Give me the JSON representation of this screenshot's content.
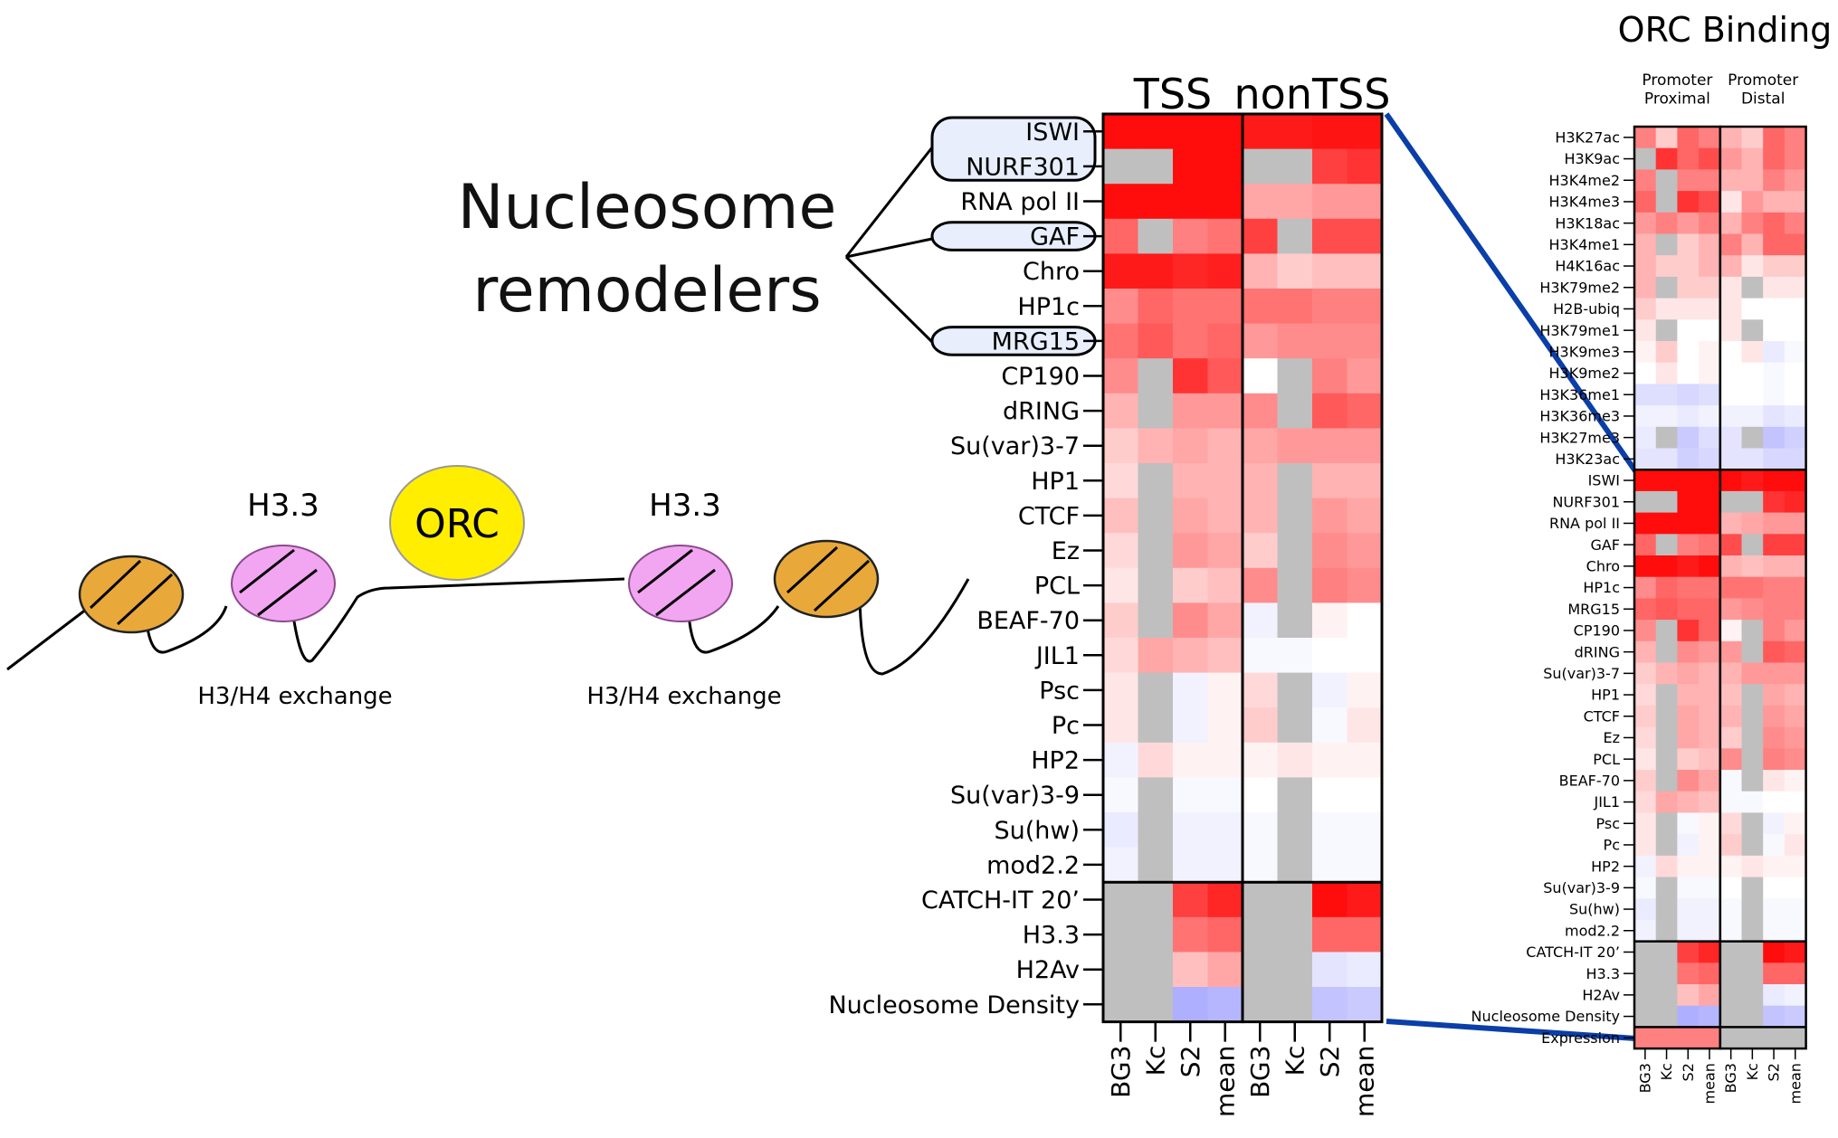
{
  "left_diagram": {
    "heading_line1": "Nucleosome",
    "heading_line2": "remodelers",
    "h33_left": "H3.3",
    "h33_right": "H3.3",
    "orc": "ORC",
    "exchange_left": "H3/H4 exchange",
    "exchange_right": "H3/H4 exchange"
  },
  "colors": {
    "max_red": "#ff0000",
    "mid_white": "#ffffff",
    "min_blue": "#7a7aff",
    "missing_gray": "#bfbfbf",
    "orc_yellow": "#ffee00",
    "nucleosome_orange": "#e8a93a",
    "h33_pink": "#f2a6f2",
    "callout_fill": "#e8eefc",
    "connector_blue": "#0a3ea8"
  },
  "chart_data": [
    {
      "type": "heatmap",
      "column_groups": [
        "TSS",
        "nonTSS"
      ],
      "columns": [
        "BG3",
        "Kc",
        "S2",
        "mean",
        "BG3",
        "Kc",
        "S2",
        "mean"
      ],
      "highlighted_rows": [
        "ISWI",
        "NURF301",
        "GAF",
        "MRG15"
      ],
      "value_range": [
        -1,
        1
      ],
      "rows": [
        {
          "label": "ISWI",
          "values": [
            0.95,
            0.95,
            0.95,
            0.95,
            0.9,
            0.9,
            0.92,
            0.92
          ]
        },
        {
          "label": "NURF301",
          "values": [
            null,
            null,
            0.95,
            0.95,
            null,
            null,
            0.75,
            0.8
          ]
        },
        {
          "label": "RNA pol II",
          "values": [
            0.95,
            0.95,
            0.95,
            0.95,
            0.35,
            0.35,
            0.4,
            0.4
          ]
        },
        {
          "label": "GAF",
          "values": [
            0.6,
            null,
            0.5,
            0.55,
            0.75,
            null,
            0.7,
            0.7
          ]
        },
        {
          "label": "Chro",
          "values": [
            0.9,
            0.9,
            0.85,
            0.88,
            0.3,
            0.2,
            0.25,
            0.25
          ]
        },
        {
          "label": "HP1c",
          "values": [
            0.45,
            0.6,
            0.55,
            0.55,
            0.55,
            0.55,
            0.5,
            0.5
          ]
        },
        {
          "label": "MRG15",
          "values": [
            0.55,
            0.65,
            0.55,
            0.6,
            0.4,
            0.45,
            0.45,
            0.45
          ]
        },
        {
          "label": "CP190",
          "values": [
            0.45,
            null,
            0.8,
            0.65,
            0.0,
            null,
            0.5,
            0.4
          ]
        },
        {
          "label": "dRING",
          "values": [
            0.3,
            null,
            0.4,
            0.4,
            0.45,
            null,
            0.65,
            0.6
          ]
        },
        {
          "label": "Su(var)3-7",
          "values": [
            0.2,
            0.3,
            0.35,
            0.3,
            0.35,
            0.4,
            0.4,
            0.4
          ]
        },
        {
          "label": "HP1",
          "values": [
            0.15,
            null,
            0.3,
            0.3,
            0.3,
            null,
            0.3,
            0.3
          ]
        },
        {
          "label": "CTCF",
          "values": [
            0.25,
            null,
            0.35,
            0.3,
            0.3,
            null,
            0.4,
            0.35
          ]
        },
        {
          "label": "Ez",
          "values": [
            0.15,
            null,
            0.4,
            0.35,
            0.2,
            null,
            0.45,
            0.4
          ]
        },
        {
          "label": "PCL",
          "values": [
            0.1,
            null,
            0.2,
            0.25,
            0.45,
            null,
            0.5,
            0.45
          ]
        },
        {
          "label": "BEAF-70",
          "values": [
            0.2,
            null,
            0.45,
            0.35,
            -0.1,
            null,
            0.05,
            0.0
          ]
        },
        {
          "label": "JIL1",
          "values": [
            0.15,
            0.35,
            0.3,
            0.25,
            -0.05,
            -0.05,
            0.0,
            0.0
          ]
        },
        {
          "label": "Psc",
          "values": [
            0.1,
            null,
            -0.1,
            0.05,
            0.15,
            null,
            -0.1,
            0.05
          ]
        },
        {
          "label": "Pc",
          "values": [
            0.1,
            null,
            -0.1,
            0.05,
            0.2,
            null,
            -0.05,
            0.1
          ]
        },
        {
          "label": "HP2",
          "values": [
            -0.1,
            0.15,
            0.05,
            0.05,
            0.05,
            0.1,
            0.05,
            0.05
          ]
        },
        {
          "label": "Su(var)3-9",
          "values": [
            -0.05,
            null,
            -0.05,
            -0.05,
            0.0,
            null,
            0.0,
            0.0
          ]
        },
        {
          "label": "Su(hw)",
          "values": [
            -0.15,
            null,
            -0.1,
            -0.1,
            -0.05,
            null,
            -0.05,
            -0.05
          ]
        },
        {
          "label": "mod2.2",
          "values": [
            -0.1,
            null,
            -0.1,
            -0.1,
            -0.05,
            null,
            -0.05,
            -0.05
          ]
        },
        {
          "label": "CATCH-IT 20’",
          "values": [
            null,
            null,
            0.75,
            0.85,
            null,
            null,
            0.95,
            0.9
          ]
        },
        {
          "label": "H3.3",
          "values": [
            null,
            null,
            0.55,
            0.6,
            null,
            null,
            0.6,
            0.6
          ]
        },
        {
          "label": "H2Av",
          "values": [
            null,
            null,
            0.25,
            0.35,
            null,
            null,
            -0.2,
            -0.15
          ]
        },
        {
          "label": "Nucleosome Density",
          "values": [
            null,
            null,
            -0.6,
            -0.55,
            null,
            null,
            -0.45,
            -0.4
          ]
        }
      ]
    },
    {
      "type": "heatmap",
      "title": "ORC Binding",
      "column_groups": [
        "Promoter Proximal",
        "Promoter Distal"
      ],
      "columns": [
        "BG3",
        "Kc",
        "S2",
        "mean",
        "BG3",
        "Kc",
        "S2",
        "mean"
      ],
      "value_range": [
        -1,
        1
      ],
      "rows": [
        {
          "label": "H3K27ac",
          "values": [
            0.5,
            0.2,
            0.6,
            0.5,
            0.3,
            0.2,
            0.6,
            0.5
          ]
        },
        {
          "label": "H3K9ac",
          "values": [
            null,
            0.8,
            0.6,
            0.7,
            0.4,
            0.3,
            0.6,
            0.5
          ]
        },
        {
          "label": "H3K4me2",
          "values": [
            0.5,
            null,
            0.5,
            0.5,
            0.3,
            0.3,
            0.5,
            0.4
          ]
        },
        {
          "label": "H3K4me3",
          "values": [
            0.6,
            null,
            0.8,
            0.7,
            0.1,
            0.4,
            0.3,
            0.3
          ]
        },
        {
          "label": "H3K18ac",
          "values": [
            0.4,
            0.5,
            0.4,
            0.5,
            0.3,
            0.5,
            0.6,
            0.5
          ]
        },
        {
          "label": "H3K4me1",
          "values": [
            0.3,
            null,
            0.2,
            0.3,
            0.5,
            0.3,
            0.6,
            0.6
          ]
        },
        {
          "label": "H4K16ac",
          "values": [
            0.3,
            0.2,
            0.2,
            0.3,
            0.3,
            0.1,
            0.2,
            0.2
          ]
        },
        {
          "label": "H3K79me2",
          "values": [
            0.3,
            null,
            0.2,
            0.2,
            0.1,
            null,
            0.1,
            0.1
          ]
        },
        {
          "label": "H2B-ubiq",
          "values": [
            0.2,
            0.1,
            0.1,
            0.1,
            0.1,
            0.0,
            0.0,
            0.0
          ]
        },
        {
          "label": "H3K79me1",
          "values": [
            0.1,
            null,
            0.0,
            0.0,
            0.1,
            null,
            0.0,
            0.0
          ]
        },
        {
          "label": "H3K9me3",
          "values": [
            0.05,
            0.2,
            0.0,
            0.05,
            0.0,
            0.1,
            -0.15,
            -0.05
          ]
        },
        {
          "label": "H3K9me2",
          "values": [
            0.0,
            0.1,
            0.0,
            0.05,
            0.0,
            0.0,
            -0.05,
            0.0
          ]
        },
        {
          "label": "H3K36me1",
          "values": [
            -0.25,
            -0.25,
            -0.3,
            -0.25,
            0.0,
            0.0,
            -0.05,
            0.0
          ]
        },
        {
          "label": "H3K36me3",
          "values": [
            -0.1,
            -0.1,
            -0.15,
            -0.1,
            -0.1,
            -0.1,
            -0.2,
            -0.15
          ]
        },
        {
          "label": "H3K27me3",
          "values": [
            -0.15,
            null,
            -0.4,
            -0.25,
            -0.2,
            null,
            -0.45,
            -0.35
          ]
        },
        {
          "label": "H3K23ac",
          "values": [
            -0.2,
            -0.2,
            -0.35,
            -0.3,
            -0.2,
            -0.2,
            -0.3,
            -0.3
          ]
        },
        {
          "label": "ISWI",
          "values": [
            0.95,
            0.95,
            0.95,
            0.95,
            0.95,
            0.9,
            0.95,
            0.95
          ]
        },
        {
          "label": "NURF301",
          "values": [
            null,
            null,
            0.95,
            0.95,
            null,
            null,
            0.8,
            0.85
          ]
        },
        {
          "label": "RNA pol II",
          "values": [
            0.95,
            0.95,
            0.95,
            0.95,
            0.3,
            0.35,
            0.4,
            0.4
          ]
        },
        {
          "label": "GAF",
          "values": [
            0.6,
            null,
            0.5,
            0.55,
            0.7,
            null,
            0.75,
            0.75
          ]
        },
        {
          "label": "Chro",
          "values": [
            0.95,
            0.95,
            0.9,
            0.95,
            0.3,
            0.25,
            0.3,
            0.3
          ]
        },
        {
          "label": "HP1c",
          "values": [
            0.45,
            0.6,
            0.55,
            0.55,
            0.55,
            0.55,
            0.5,
            0.5
          ]
        },
        {
          "label": "MRG15",
          "values": [
            0.6,
            0.65,
            0.6,
            0.6,
            0.4,
            0.45,
            0.5,
            0.5
          ]
        },
        {
          "label": "CP190",
          "values": [
            0.45,
            null,
            0.8,
            0.6,
            0.05,
            null,
            0.5,
            0.4
          ]
        },
        {
          "label": "dRING",
          "values": [
            0.3,
            null,
            0.45,
            0.4,
            0.4,
            null,
            0.65,
            0.6
          ]
        },
        {
          "label": "Su(var)3-7",
          "values": [
            0.2,
            0.3,
            0.35,
            0.3,
            0.3,
            0.4,
            0.4,
            0.4
          ]
        },
        {
          "label": "HP1",
          "values": [
            0.15,
            null,
            0.3,
            0.3,
            0.25,
            null,
            0.35,
            0.3
          ]
        },
        {
          "label": "CTCF",
          "values": [
            0.2,
            null,
            0.35,
            0.3,
            0.3,
            null,
            0.4,
            0.35
          ]
        },
        {
          "label": "Ez",
          "values": [
            0.15,
            null,
            0.35,
            0.3,
            0.2,
            null,
            0.45,
            0.4
          ]
        },
        {
          "label": "PCL",
          "values": [
            0.1,
            null,
            0.2,
            0.25,
            0.45,
            null,
            0.5,
            0.45
          ]
        },
        {
          "label": "BEAF-70",
          "values": [
            0.2,
            null,
            0.45,
            0.35,
            -0.05,
            null,
            0.1,
            0.05
          ]
        },
        {
          "label": "JIL1",
          "values": [
            0.15,
            0.35,
            0.3,
            0.25,
            -0.05,
            -0.05,
            0.0,
            0.0
          ]
        },
        {
          "label": "Psc",
          "values": [
            0.1,
            null,
            -0.05,
            0.05,
            0.15,
            null,
            -0.1,
            0.05
          ]
        },
        {
          "label": "Pc",
          "values": [
            0.1,
            null,
            -0.1,
            0.05,
            0.2,
            null,
            -0.05,
            0.1
          ]
        },
        {
          "label": "HP2",
          "values": [
            -0.1,
            0.15,
            0.05,
            0.05,
            0.05,
            0.1,
            0.05,
            0.05
          ]
        },
        {
          "label": "Su(var)3-9",
          "values": [
            -0.05,
            null,
            -0.05,
            -0.05,
            0.0,
            null,
            0.0,
            0.0
          ]
        },
        {
          "label": "Su(hw)",
          "values": [
            -0.15,
            null,
            -0.1,
            -0.1,
            -0.05,
            null,
            -0.05,
            -0.05
          ]
        },
        {
          "label": "mod2.2",
          "values": [
            -0.1,
            null,
            -0.1,
            -0.1,
            -0.05,
            null,
            -0.05,
            -0.05
          ]
        },
        {
          "label": "CATCH-IT 20’",
          "values": [
            null,
            null,
            0.75,
            0.85,
            null,
            null,
            0.95,
            0.9
          ]
        },
        {
          "label": "H3.3",
          "values": [
            null,
            null,
            0.55,
            0.6,
            null,
            null,
            0.6,
            0.6
          ]
        },
        {
          "label": "H2Av",
          "values": [
            null,
            null,
            0.25,
            0.35,
            null,
            null,
            -0.15,
            -0.1
          ]
        },
        {
          "label": "Nucleosome Density",
          "values": [
            null,
            null,
            -0.6,
            -0.55,
            null,
            null,
            -0.45,
            -0.4
          ]
        },
        {
          "label": "Expression",
          "values": [
            0.5,
            0.5,
            0.5,
            0.5,
            null,
            null,
            null,
            null
          ]
        }
      ]
    }
  ]
}
